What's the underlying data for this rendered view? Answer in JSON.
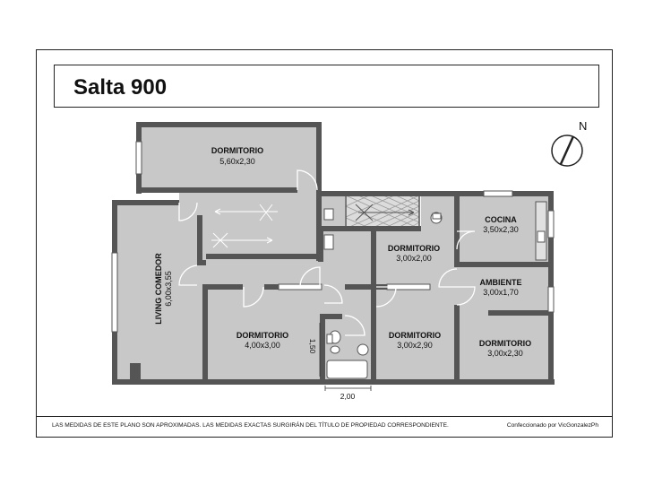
{
  "title": "Salta 900",
  "north_label": "N",
  "rooms": [
    {
      "id": "dormitorio-top",
      "name": "DORMITORIO",
      "size": "5,60x2,30"
    },
    {
      "id": "living-comedor",
      "name": "LIVING COMEDOR",
      "size": "6,00x3,55"
    },
    {
      "id": "dormitorio-center",
      "name": "DORMITORIO",
      "size": "3,00x2,00"
    },
    {
      "id": "cocina",
      "name": "COCINA",
      "size": "3,50x2,30"
    },
    {
      "id": "ambiente",
      "name": "AMBIENTE",
      "size": "3,00x1,70"
    },
    {
      "id": "dormitorio-left",
      "name": "DORMITORIO",
      "size": "4,00x3,00"
    },
    {
      "id": "dormitorio-mid",
      "name": "DORMITORIO",
      "size": "3,00x2,90"
    },
    {
      "id": "dormitorio-right",
      "name": "DORMITORIO",
      "size": "3,00x2,30"
    }
  ],
  "dimensions": {
    "bath_height": "1,50",
    "bath_width": "2,00"
  },
  "footer": {
    "disclaimer": "LAS MEDIDAS DE ESTE PLANO SON APROXIMADAS. LAS MEDIDAS EXACTAS SURGIRÁN DEL TÍTULO DE PROPIEDAD CORRESPONDIENTE.",
    "credit": "Confeccionado por VicGonzalezPh"
  },
  "colors": {
    "wall": "#555555",
    "floor": "#c8c8c8",
    "frame": "#222222"
  }
}
